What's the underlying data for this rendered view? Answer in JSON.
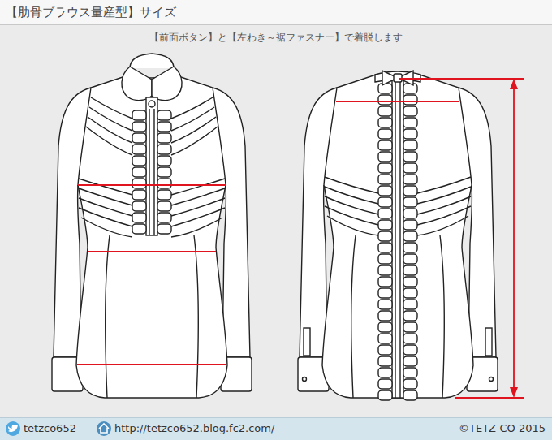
{
  "diagram": {
    "title": "【肋骨ブラウス量産型】サイズ",
    "labels": [
      "【前面ボタン】と【左わき～裾ファスナー】で着脱します",
      "tetzco652",
      "http://tetzco652.blog.fc2.com/",
      "©TETZ-CO 2015"
    ]
  }
}
